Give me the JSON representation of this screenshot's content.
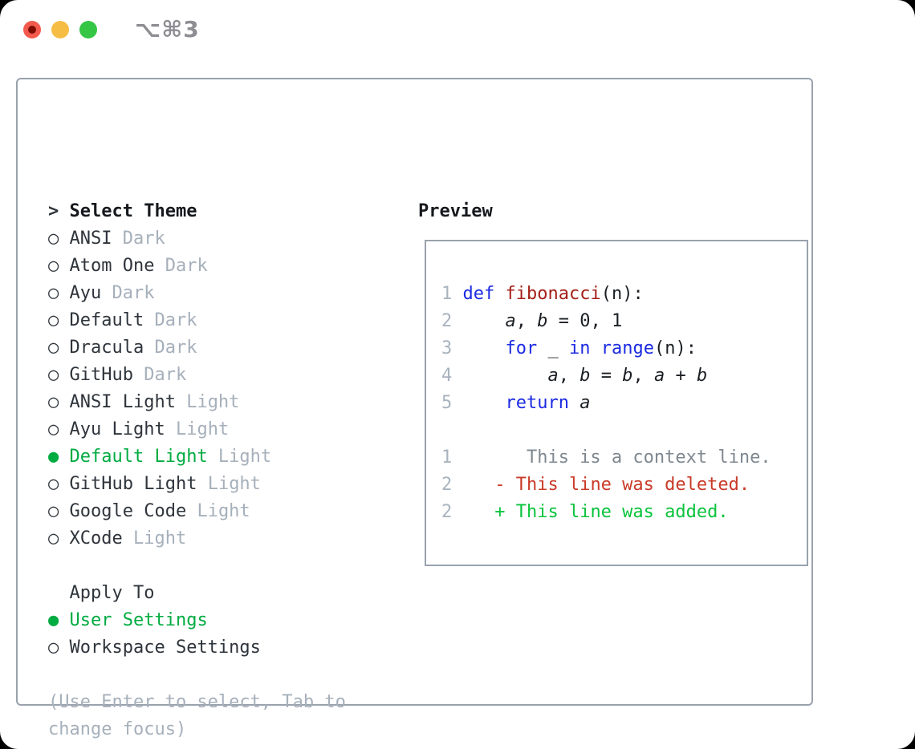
{
  "window": {
    "shortcut_label": "⌥⌘3",
    "traffic_lights": [
      "close",
      "minimize",
      "zoom"
    ]
  },
  "theme_picker": {
    "title_marker": ">",
    "title": "Select Theme",
    "themes": [
      {
        "name": "ANSI",
        "variant": "Dark",
        "selected": false
      },
      {
        "name": "Atom One",
        "variant": "Dark",
        "selected": false
      },
      {
        "name": "Ayu",
        "variant": "Dark",
        "selected": false
      },
      {
        "name": "Default",
        "variant": "Dark",
        "selected": false
      },
      {
        "name": "Dracula",
        "variant": "Dark",
        "selected": false
      },
      {
        "name": "GitHub",
        "variant": "Dark",
        "selected": false
      },
      {
        "name": "ANSI Light",
        "variant": "Light",
        "selected": false
      },
      {
        "name": "Ayu Light",
        "variant": "Light",
        "selected": false
      },
      {
        "name": "Default Light",
        "variant": "Light",
        "selected": true
      },
      {
        "name": "GitHub Light",
        "variant": "Light",
        "selected": false
      },
      {
        "name": "Google Code",
        "variant": "Light",
        "selected": false
      },
      {
        "name": "XCode",
        "variant": "Light",
        "selected": false
      }
    ],
    "apply_to": {
      "label": "Apply To",
      "options": [
        {
          "label": "User Settings",
          "selected": true
        },
        {
          "label": "Workspace Settings",
          "selected": false
        }
      ]
    },
    "help": [
      "(Use Enter to select, Tab to",
      "change focus)"
    ],
    "radio_unselected_glyph": "○",
    "radio_selected_glyph": "●"
  },
  "preview": {
    "label": "Preview",
    "code_lines": [
      {
        "num": "1",
        "tokens": [
          [
            "plain",
            " "
          ],
          [
            "kw",
            "def"
          ],
          [
            "plain",
            " "
          ],
          [
            "fn",
            "fibonacci"
          ],
          [
            "plain",
            "(n):"
          ]
        ]
      },
      {
        "num": "2",
        "tokens": [
          [
            "plain",
            "     "
          ],
          [
            "var",
            "a"
          ],
          [
            "plain",
            ", "
          ],
          [
            "var",
            "b"
          ],
          [
            "plain",
            " = 0, 1"
          ]
        ]
      },
      {
        "num": "3",
        "tokens": [
          [
            "plain",
            "     "
          ],
          [
            "kw",
            "for"
          ],
          [
            "plain",
            " _ "
          ],
          [
            "kw",
            "in"
          ],
          [
            "plain",
            " "
          ],
          [
            "kw",
            "range"
          ],
          [
            "plain",
            "(n):"
          ]
        ]
      },
      {
        "num": "4",
        "tokens": [
          [
            "plain",
            "         "
          ],
          [
            "var",
            "a"
          ],
          [
            "plain",
            ", "
          ],
          [
            "var",
            "b"
          ],
          [
            "plain",
            " = "
          ],
          [
            "var",
            "b"
          ],
          [
            "plain",
            ", "
          ],
          [
            "var",
            "a"
          ],
          [
            "plain",
            " + "
          ],
          [
            "var",
            "b"
          ]
        ]
      },
      {
        "num": "5",
        "tokens": [
          [
            "plain",
            "     "
          ],
          [
            "kw",
            "return"
          ],
          [
            "plain",
            " "
          ],
          [
            "var",
            "a"
          ]
        ]
      },
      {
        "num": "",
        "tokens": []
      },
      {
        "num": "1",
        "tokens": [
          [
            "ctx",
            "       This is a context line."
          ]
        ]
      },
      {
        "num": "2",
        "tokens": [
          [
            "plain",
            "    "
          ],
          [
            "del",
            "- This line was deleted."
          ]
        ]
      },
      {
        "num": "2",
        "tokens": [
          [
            "plain",
            "    "
          ],
          [
            "add",
            "+ This line was added."
          ]
        ]
      }
    ]
  },
  "colors": {
    "title": "#16191d",
    "text": "#2e343b",
    "muted": "#a6b0bb",
    "green": "#00ab41",
    "border": "#99a2ad",
    "code": "#1b1f24",
    "lineno": "#a9b3be",
    "keyword": "#1c2be2",
    "fn": "#a42018",
    "context": "#7f8890",
    "deleted": "#c93a28",
    "added": "#09c33c",
    "shortcut": "#8d8d92",
    "btn_red": "#f35a4d",
    "btn_red_inner": "#7e0c02",
    "btn_yellow": "#f6bd45",
    "btn_green": "#35c645"
  }
}
